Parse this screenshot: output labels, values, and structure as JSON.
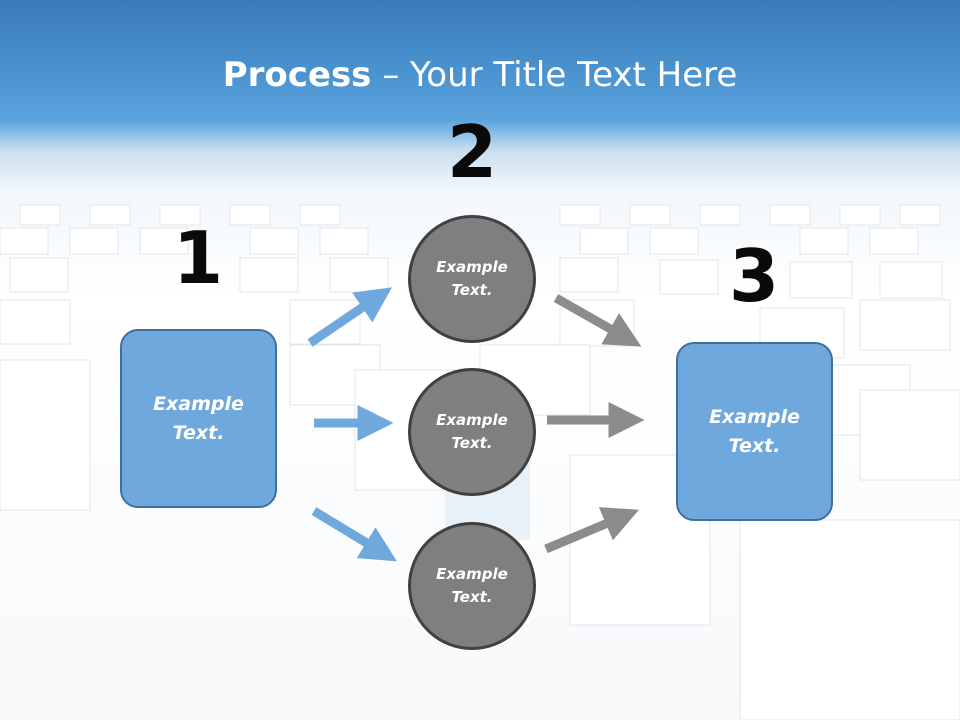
{
  "title": {
    "bold": "Process",
    "rest": " – Your Title Text Here"
  },
  "steps": [
    {
      "number": "1",
      "text": "Example\nText."
    },
    {
      "number": "2",
      "text": ""
    },
    {
      "number": "3",
      "text": "Example\nText."
    }
  ],
  "circles": [
    {
      "text": "Example\nText."
    },
    {
      "text": "Example\nText."
    },
    {
      "text": "Example\nText."
    }
  ],
  "colors": {
    "box_fill": "#6fa8dc",
    "box_border": "#3f6f9d",
    "circle_fill": "#7f7f7f",
    "circle_border": "#404040",
    "blue_arrow": "#6fa8dc",
    "gray_arrow": "#8c8c8c"
  }
}
